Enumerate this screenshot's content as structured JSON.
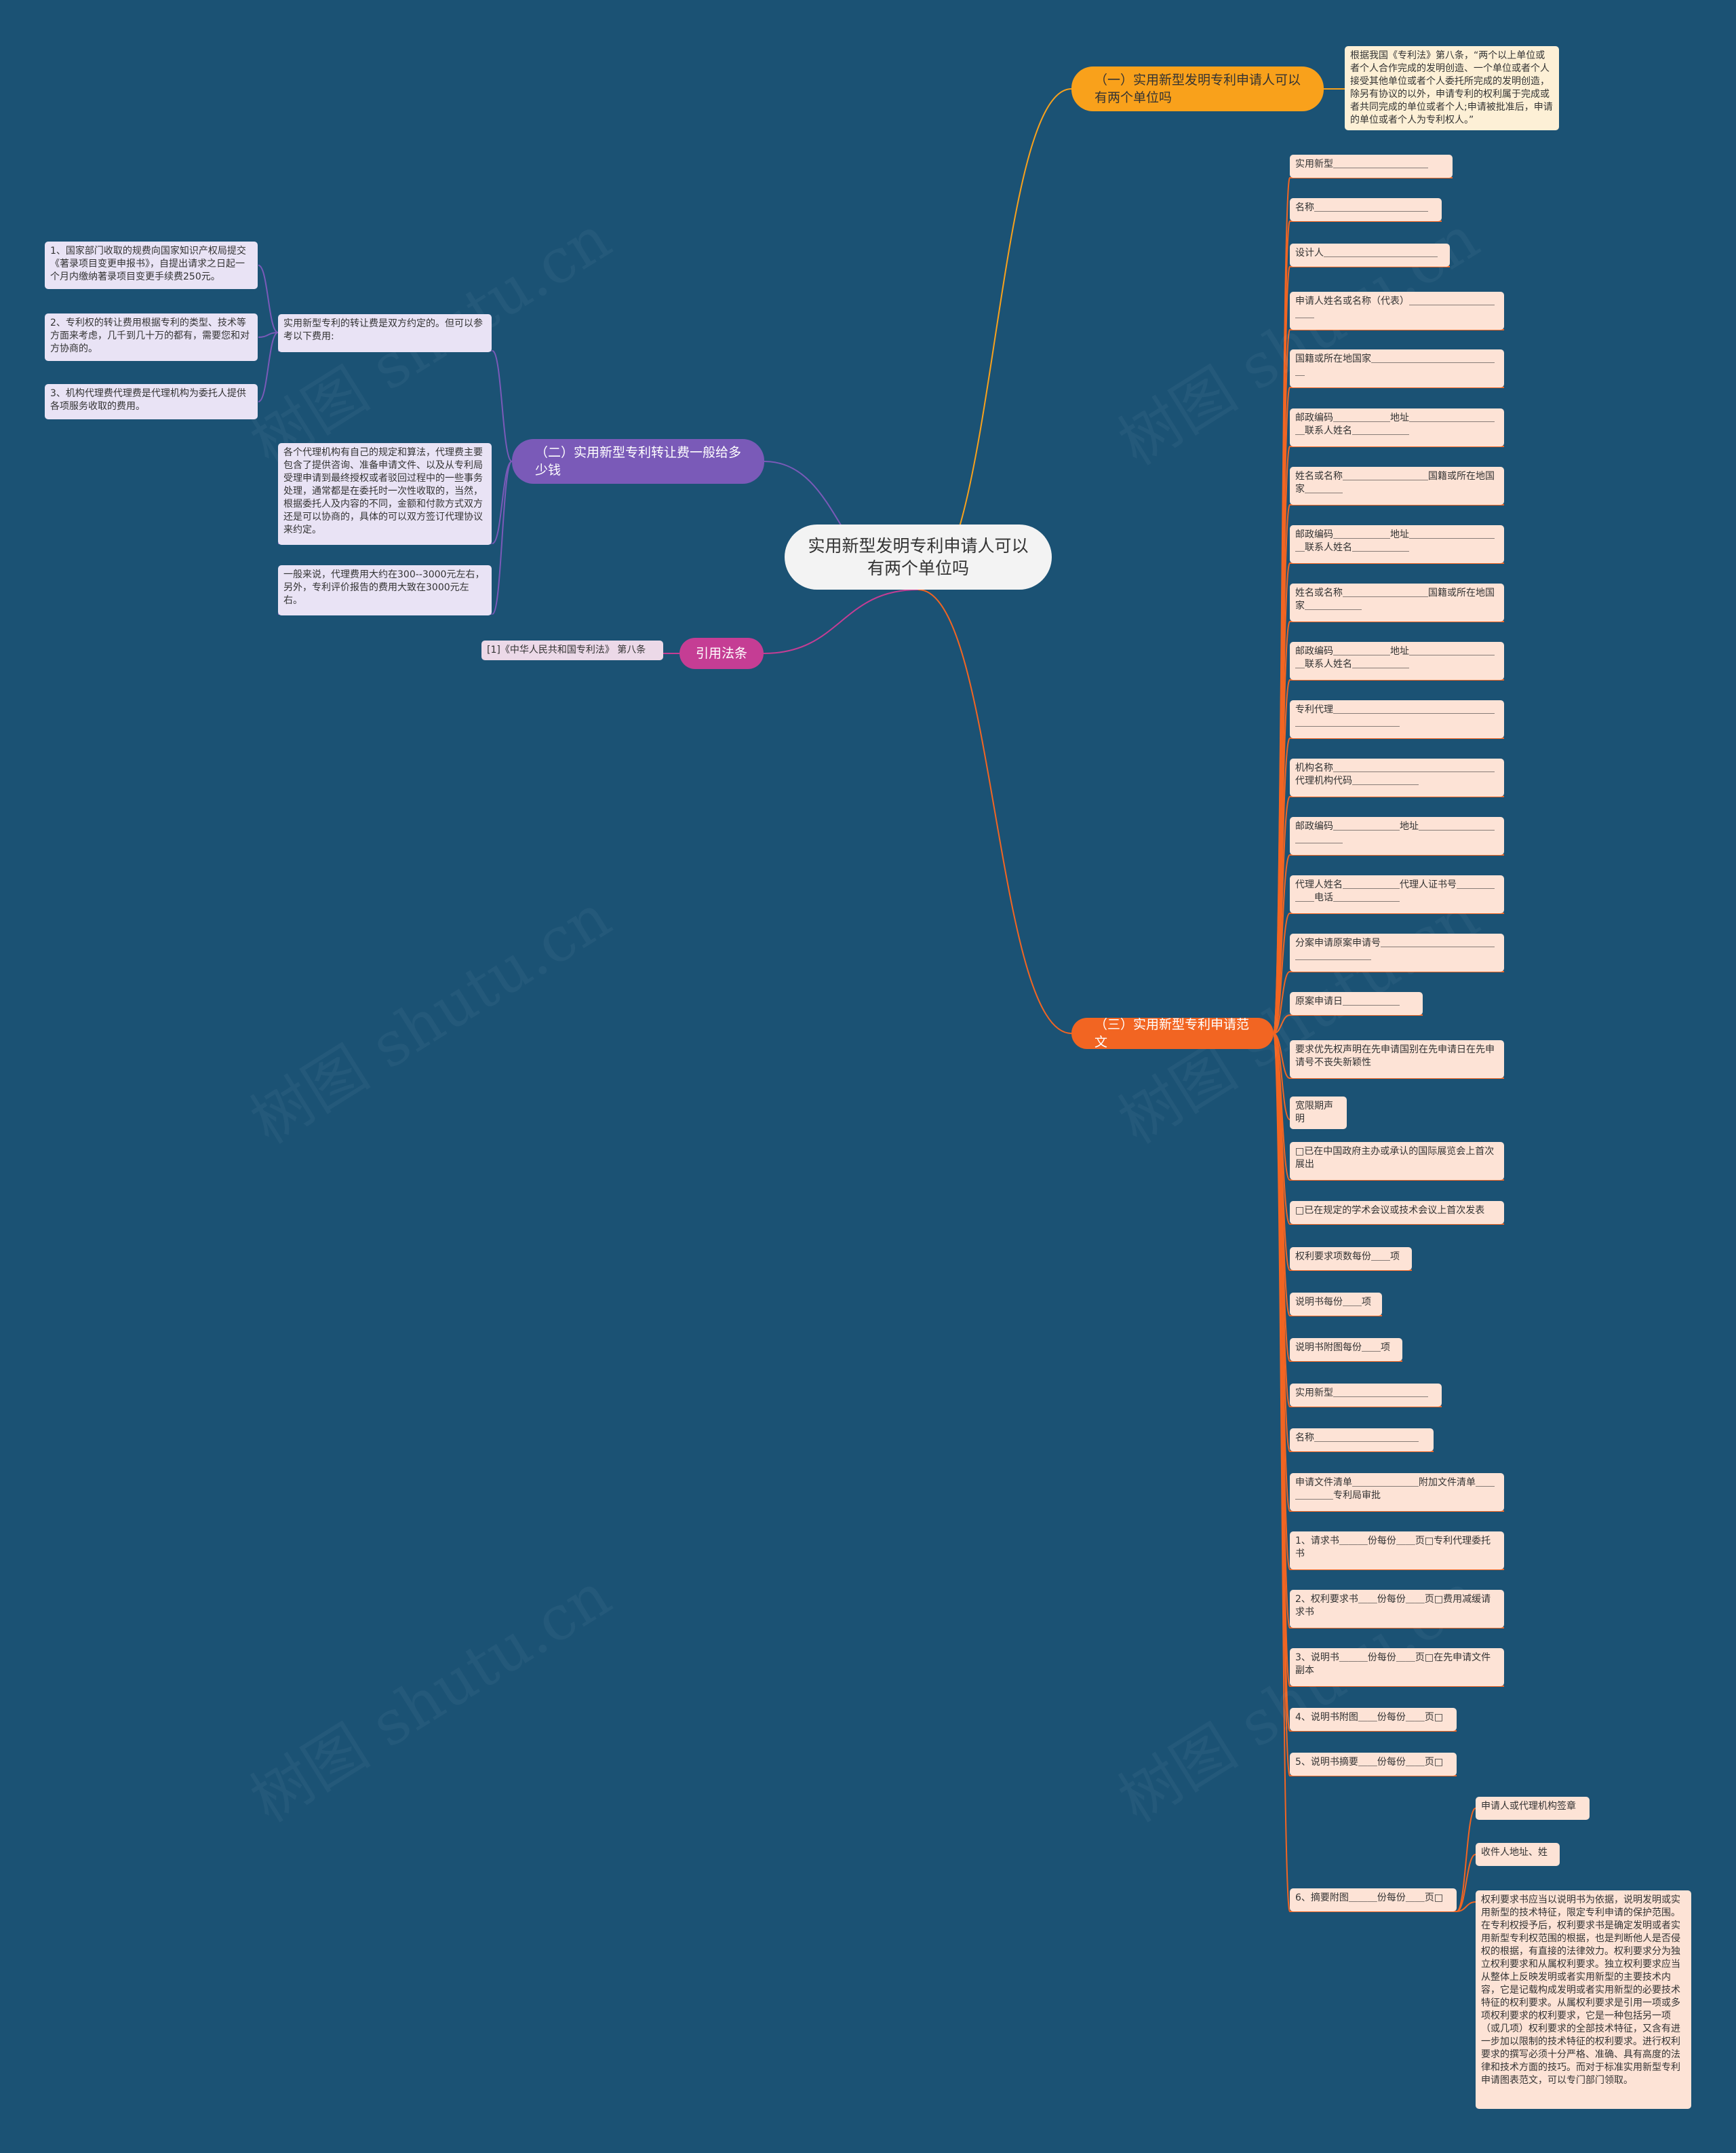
{
  "root": {
    "title": "实用新型发明专利申请人可以有两个单位吗"
  },
  "branches": {
    "b1": {
      "label": "（一）实用新型发明专利申请人可以有两个单位吗"
    },
    "b2": {
      "label": "（二）实用新型专利转让费一般给多少钱"
    },
    "b3": {
      "label": "引用法条"
    },
    "b4": {
      "label": "（三）实用新型专利申请范文"
    }
  },
  "b1_leaf": "根据我国《专利法》第八条，“两个以上单位或者个人合作完成的发明创造、一个单位或者个人接受其他单位或者个人委托所完成的发明创造，除另有协议的以外，申请专利的权利属于完成或者共同完成的单位或者个人;申请被批准后，申请的单位或者个人为专利权人。”",
  "b2_leaves": [
    "实用新型专利的转让费是双方约定的。但可以参考以下费用:",
    "各个代理机构有自己的规定和算法，代理费主要包含了提供咨询、准备申请文件、以及从专利局受理申请到最终授权或者驳回过程中的一些事务处理，通常都是在委托时一次性收取的，当然，根据委托人及内容的不同，金额和付款方式双方还是可以协商的，具体的可以双方签订代理协议来约定。",
    "一般来说，代理费用大约在300--3000元左右，另外，专利评价报告的费用大致在3000元左右。"
  ],
  "b2_subleaves": [
    "1、国家部门收取的规费向国家知识产权局提交《著录项目变更申报书》，自提出请求之日起一个月内缴纳著录项目变更手续费250元。",
    "2、专利权的转让费用根据专利的类型、技术等方面来考虑，几千到几十万的都有，需要您和对方协商的。",
    "3、机构代理费代理费是代理机构为委托人提供各项服务收取的费用。"
  ],
  "b3_leaf": "[1]《中华人民共和国专利法》 第八条",
  "b4_leaves": [
    "实用新型＿＿＿＿＿＿＿＿＿＿",
    "名称＿＿＿＿＿＿＿＿＿＿＿＿",
    "设计人＿＿＿＿＿＿＿＿＿＿＿＿",
    "申请人姓名或名称（代表）＿＿＿＿＿＿＿＿＿＿＿",
    "国籍或所在地国家＿＿＿＿＿＿＿＿＿＿＿＿＿＿",
    "邮政编码＿＿＿＿＿＿地址＿＿＿＿＿＿＿＿＿＿联系人姓名＿＿＿＿＿＿",
    "姓名或名称＿＿＿＿＿＿＿＿＿国籍或所在地国家＿＿＿＿",
    "邮政编码＿＿＿＿＿＿地址＿＿＿＿＿＿＿＿＿＿联系人姓名＿＿＿＿＿＿",
    "姓名或名称＿＿＿＿＿＿＿＿＿国籍或所在地国家＿＿＿＿＿＿",
    "邮政编码＿＿＿＿＿＿地址＿＿＿＿＿＿＿＿＿＿联系人姓名＿＿＿＿＿＿",
    "专利代理＿＿＿＿＿＿＿＿＿＿＿＿＿＿＿＿＿＿＿＿＿＿＿＿＿＿＿＿",
    "机构名称＿＿＿＿＿＿＿＿＿＿＿＿＿＿＿＿＿代理机构代码＿＿＿＿＿＿＿",
    "邮政编码＿＿＿＿＿＿＿地址＿＿＿＿＿＿＿＿＿＿＿＿＿",
    "代理人姓名＿＿＿＿＿＿代理人证书号＿＿＿＿＿＿电话＿＿＿＿＿＿＿",
    "分案申请原案申请号＿＿＿＿＿＿＿＿＿＿＿＿＿＿＿＿＿＿＿＿",
    "原案申请日＿＿＿＿＿＿",
    "要求优先权声明在先申请国别在先申请日在先申请号不丧失新颖性",
    "宽限期声明",
    "□已在中国政府主办或承认的国际展览会上首次展出",
    "□已在规定的学术会议或技术会议上首次发表",
    "权利要求项数每份＿＿项",
    "说明书每份＿＿项",
    "说明书附图每份＿＿项",
    "实用新型＿＿＿＿＿＿＿＿＿＿",
    "名称＿＿＿＿＿＿＿＿＿＿＿",
    "申请文件清单＿＿＿＿＿＿＿附加文件清单＿＿＿＿＿＿专利局审批",
    "1、请求书＿＿＿份每份＿＿页□专利代理委托书",
    "2、权利要求书＿＿份每份＿＿页□费用减缓请求书",
    "3、说明书＿＿＿份每份＿＿页□在先申请文件副本",
    "4、说明书附图＿＿份每份＿＿页□",
    "5、说明书摘要＿＿份每份＿＿页□",
    "6、摘要附图＿＿＿份每份＿＿页□"
  ],
  "b4_subleaves": [
    "申请人或代理机构签章",
    "收件人地址、姓",
    "权利要求书应当以说明书为依据，说明发明或实用新型的技术特征，限定专利申请的保护范围。在专利权授予后，权利要求书是确定发明或者实用新型专利权范围的根据，也是判断他人是否侵权的根据，有直接的法律效力。权利要求分为独立权利要求和从属权利要求。独立权利要求应当从整体上反映发明或者实用新型的主要技术内容，它是记载构成发明或者实用新型的必要技术特征的权利要求。从属权利要求是引用一项或多项权利要求的权利要求，它是一种包括另一项（或几项）权利要求的全部技术特征，又含有进一步加以限制的技术特征的权利要求。进行权利要求的撰写必须十分严格、准确、具有高度的法律和技术方面的技巧。而对于标准实用新型专利申请图表范文，可以专门部门领取。"
  ],
  "watermark": "树图 shutu.cn",
  "colors": {
    "background": "#1b5274",
    "b1": "#f9a11b",
    "b2": "#7a5ab8",
    "b3": "#c53d94",
    "b4": "#f26522"
  }
}
